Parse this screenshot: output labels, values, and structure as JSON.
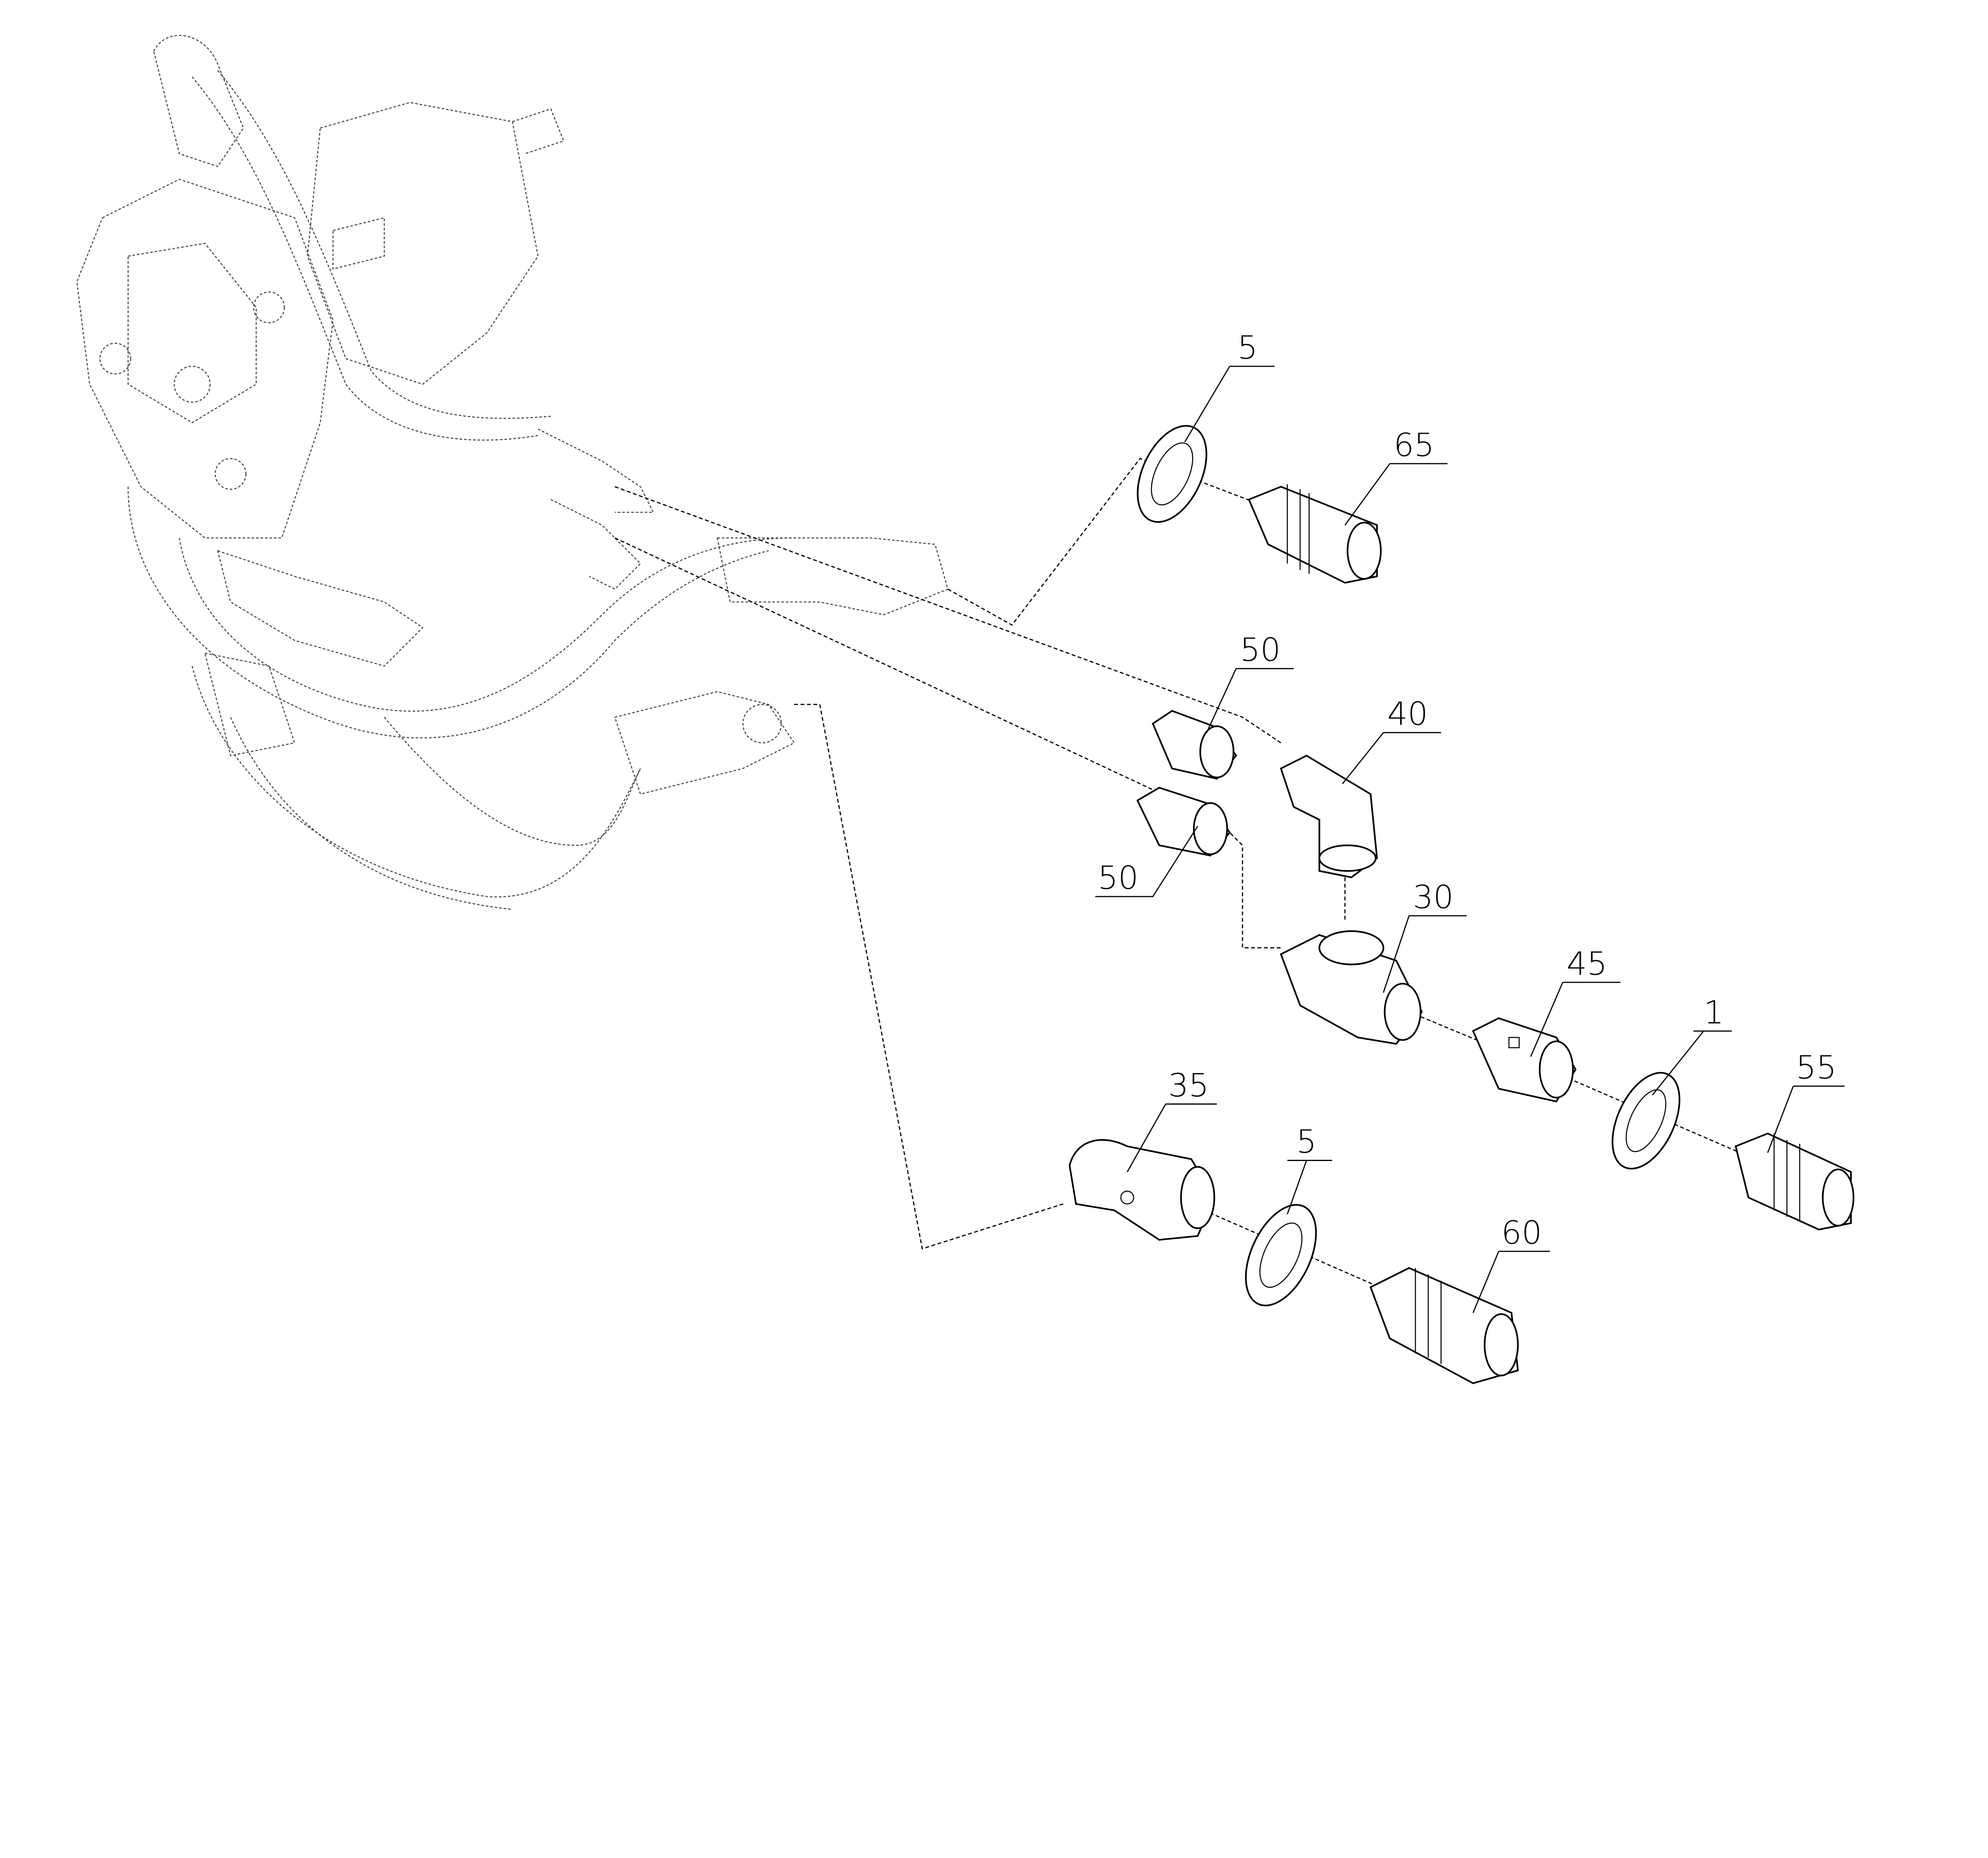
{
  "diagram": {
    "type": "exploded parts diagram",
    "callouts": [
      {
        "id": "washer-top",
        "label": "5"
      },
      {
        "id": "adapter-top",
        "label": "65"
      },
      {
        "id": "nut-upper",
        "label": "50"
      },
      {
        "id": "elbow",
        "label": "40"
      },
      {
        "id": "nut-lower",
        "label": "50"
      },
      {
        "id": "tee",
        "label": "30"
      },
      {
        "id": "union",
        "label": "45"
      },
      {
        "id": "washer-right",
        "label": "1"
      },
      {
        "id": "adapter-right",
        "label": "55"
      },
      {
        "id": "elbow-45",
        "label": "35"
      },
      {
        "id": "washer-bottom",
        "label": "5"
      },
      {
        "id": "adapter-bottom",
        "label": "60"
      }
    ]
  }
}
